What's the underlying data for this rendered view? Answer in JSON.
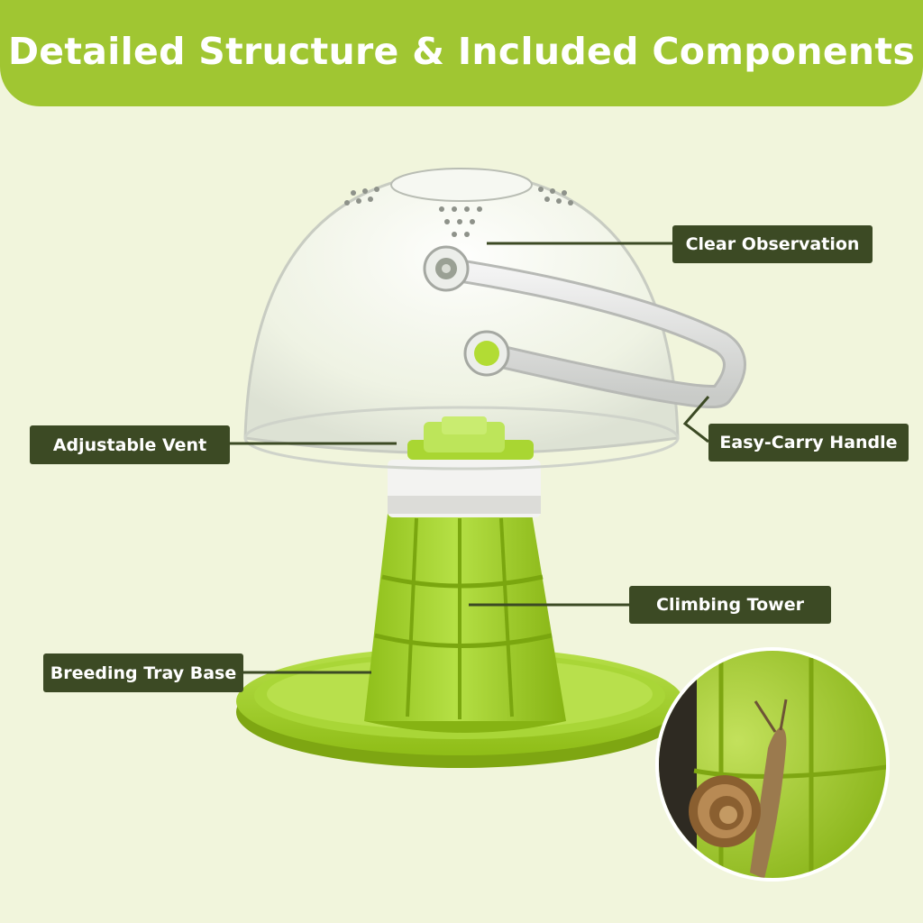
{
  "header": {
    "title": "Detailed Structure & Included Components"
  },
  "callouts": {
    "clear_observation": "Clear Observation",
    "adjustable_vent": "Adjustable Vent",
    "easy_carry_handle": "Easy-Carry Handle",
    "climbing_tower": "Climbing Tower",
    "breeding_tray_base": "Breeding Tray Base"
  },
  "colors": {
    "banner": "#a0c632",
    "background": "#f1f5dc",
    "callout": "#3c4a24",
    "product_green": "#9ccc20"
  },
  "icons": {
    "product": "snail-habitat-illustration",
    "inset": "snail-closeup-photo"
  }
}
